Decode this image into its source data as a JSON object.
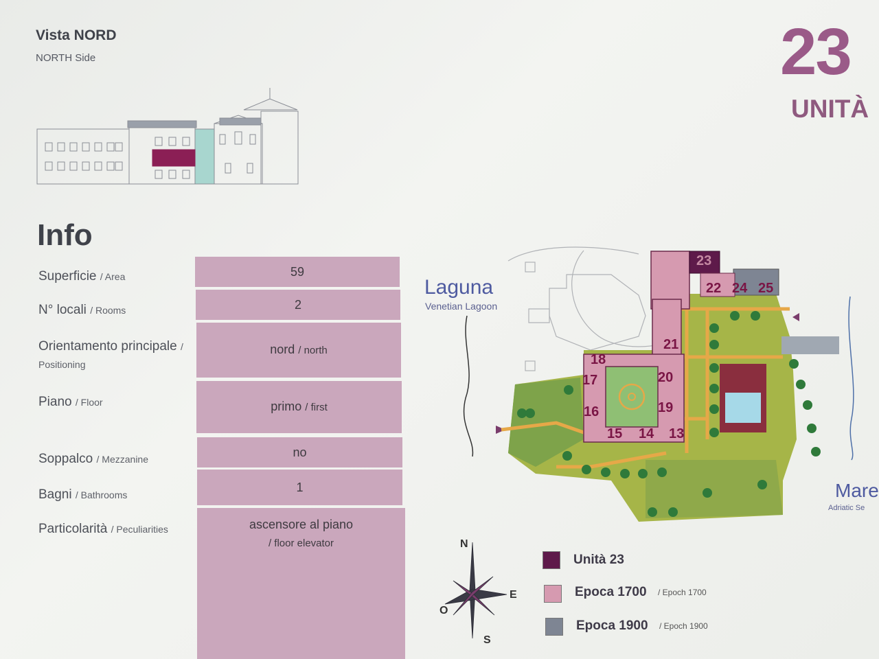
{
  "header": {
    "view_title": "Vista NORD",
    "view_subtitle": "NORTH Side",
    "unit_number": "23",
    "unit_word": "UNITÀ"
  },
  "info": {
    "title": "Info",
    "rows": [
      {
        "label": "Superficie",
        "label_en": "/ Area",
        "value": "59",
        "value_en": ""
      },
      {
        "label": "N° locali",
        "label_en": "/ Rooms",
        "value": "2",
        "value_en": ""
      },
      {
        "label": "Orientamento principale",
        "label_en": "/ Positioning",
        "value": "nord",
        "value_en": "/ north"
      },
      {
        "label": "Piano",
        "label_en": "/ Floor",
        "value": "primo",
        "value_en": "/ first"
      },
      {
        "label": "Soppalco",
        "label_en": "/ Mezzanine",
        "value": "no",
        "value_en": ""
      },
      {
        "label": "Bagni",
        "label_en": "/ Bathrooms",
        "value": "1",
        "value_en": ""
      },
      {
        "label": "Particolarità",
        "label_en": "/ Peculiarities",
        "value": "ascensore al piano",
        "value_en": "/ floor elevator"
      }
    ]
  },
  "map": {
    "laguna": "Laguna",
    "laguna_en": "Venetian Lagoon",
    "mare": "Mare",
    "mare_en": "Adriatic Se",
    "unit_labels": [
      "23",
      "22",
      "24",
      "25",
      "21",
      "18",
      "17",
      "20",
      "16",
      "19",
      "15",
      "14",
      "13"
    ]
  },
  "compass": {
    "n": "N",
    "s": "S",
    "e": "E",
    "o": "O"
  },
  "legend": {
    "items": [
      {
        "label": "Unità 23",
        "label_en": "",
        "color": "#5e1a4a"
      },
      {
        "label": "Epoca 1700",
        "label_en": "/ Epoch 1700",
        "color": "#d69ab0"
      },
      {
        "label": "Epoca 1900",
        "label_en": "/ Epoch 1900",
        "color": "#7e8593"
      }
    ]
  },
  "colors": {
    "accent": "#9a5a88",
    "cell": "#caa7bc",
    "unit": "#5e1a4a",
    "epoch1700": "#d69ab0",
    "epoch1900": "#7e8593",
    "garden": "#a6b548",
    "path": "#e6a848"
  }
}
